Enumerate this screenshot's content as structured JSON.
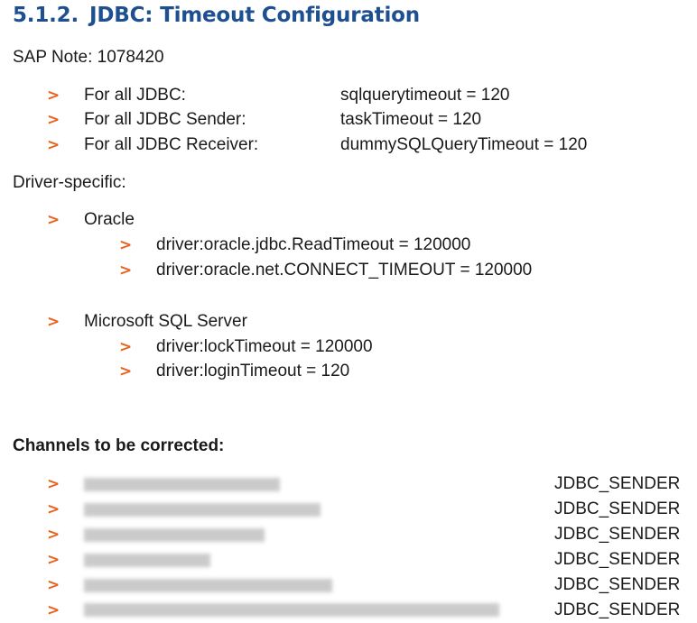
{
  "section": {
    "number": "5.1.2.",
    "title": "JDBC: Timeout Configuration"
  },
  "sap_note": "SAP Note: 1078420",
  "timeouts": [
    {
      "label": "For all JDBC:",
      "value": "sqlquerytimeout = 120"
    },
    {
      "label": "For all JDBC Sender:",
      "value": "taskTimeout = 120"
    },
    {
      "label": "For all JDBC Receiver:",
      "value": "dummySQLQueryTimeout  = 120"
    }
  ],
  "driver_specific_label": "Driver-specific:",
  "drivers": [
    {
      "name": "Oracle",
      "settings": [
        "driver:oracle.jdbc.ReadTimeout = 120000",
        "driver:oracle.net.CONNECT_TIMEOUT = 120000"
      ]
    },
    {
      "name": "Microsoft SQL Server",
      "settings": [
        "driver:lockTimeout = 120000",
        "driver:loginTimeout = 120"
      ]
    }
  ],
  "channels_heading": "Channels to be corrected:",
  "channels": [
    {
      "type": "JDBC_SENDER"
    },
    {
      "type": "JDBC_SENDER"
    },
    {
      "type": "JDBC_SENDER"
    },
    {
      "type": "JDBC_SENDER"
    },
    {
      "type": "JDBC_SENDER"
    },
    {
      "type": "JDBC_SENDER"
    }
  ],
  "colors": {
    "heading": "#1d4f91",
    "bullet": "#e8611a",
    "text": "#1a1a1a"
  }
}
